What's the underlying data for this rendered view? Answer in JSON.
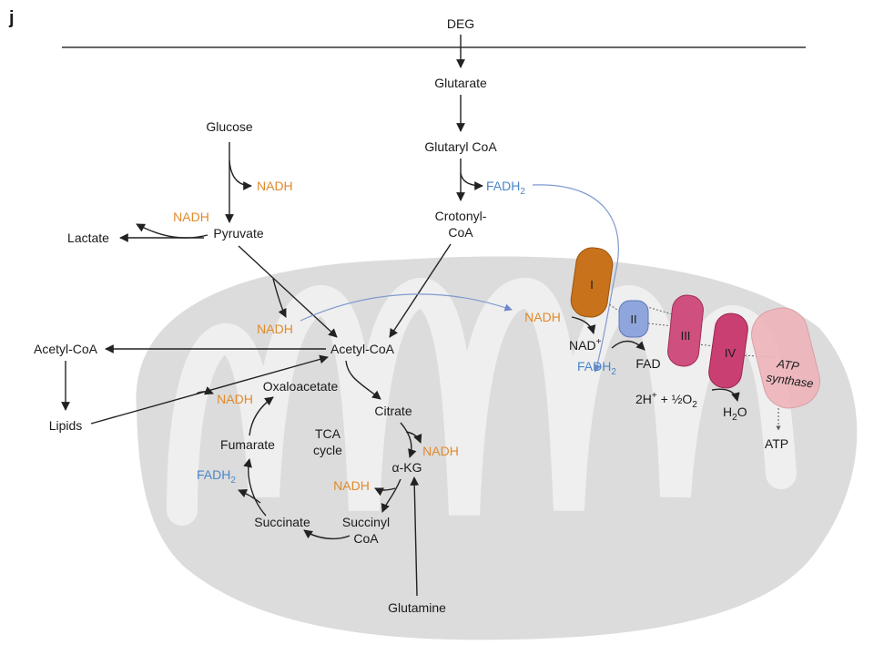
{
  "panel_label": "j",
  "deg": "DEG",
  "glutarate": "Glutarate",
  "glutaryl_coa": "Glutaryl CoA",
  "fadh2_top": "FADH",
  "fadh2_sub": "2",
  "crotonyl_1": "Crotonyl-",
  "crotonyl_2": "CoA",
  "glucose": "Glucose",
  "nadh": "NADH",
  "pyruvate": "Pyruvate",
  "lactate": "Lactate",
  "acetyl_coa": "Acetyl-CoA",
  "lipids": "Lipids",
  "oxaloacetate": "Oxaloacetate",
  "citrate": "Citrate",
  "tca_1": "TCA",
  "tca_2": "cycle",
  "fumarate": "Fumarate",
  "akg": "α-KG",
  "succinate": "Succinate",
  "succinyl_1": "Succinyl",
  "succinyl_2": "CoA",
  "glutamine": "Glutamine",
  "nad": "NAD",
  "nad_sup": "+",
  "fad": "FAD",
  "complex_1": "I",
  "complex_2": "II",
  "complex_3": "III",
  "complex_4": "IV",
  "atp_1": "ATP",
  "atp_2": "synthase",
  "h2_part1": "2H",
  "h2_sup": "+",
  "h2_part2": " + ½O",
  "h2_sub": "2",
  "h2o_h": "H",
  "h2o_sub": "2",
  "h2o_o": "O",
  "atp": "ATP",
  "colors": {
    "nadh": "#e08a2c",
    "fadh2": "#4a86c8",
    "complex_1": "#c8731c",
    "complex_2": "#8ea6dc",
    "complex_3": "#cf4f7e",
    "complex_4": "#c93f72",
    "atp_synthase": "#eeb6bc",
    "mitochondrion": "#d9d9d9"
  }
}
